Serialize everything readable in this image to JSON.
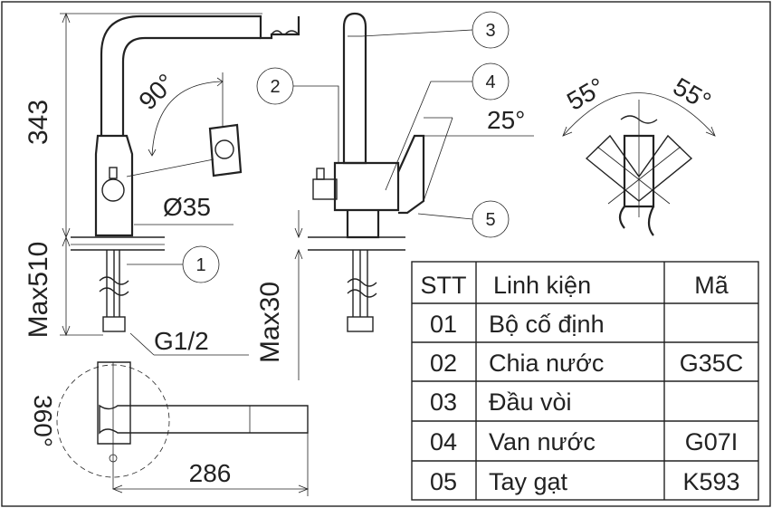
{
  "dimensions": {
    "height": "343",
    "rotation_angle": "90°",
    "diameter": "Ø35",
    "max_hose": "Max510",
    "thread": "G1/2",
    "max_thickness": "Max30",
    "spout_rotation": "360°",
    "spout_length": "286",
    "handle_tilt": "25°",
    "handle_left": "55°",
    "handle_right": "55°"
  },
  "callouts": [
    "1",
    "2",
    "3",
    "4",
    "5"
  ],
  "table": {
    "headers": [
      "STT",
      "Linh kiện",
      "Mã"
    ],
    "rows": [
      [
        "01",
        "Bộ cố định",
        ""
      ],
      [
        "02",
        "Chia nước",
        "G35C"
      ],
      [
        "03",
        "Đầu vòi",
        ""
      ],
      [
        "04",
        "Van nước",
        "G07I"
      ],
      [
        "05",
        "Tay gạt",
        "K593"
      ]
    ]
  }
}
